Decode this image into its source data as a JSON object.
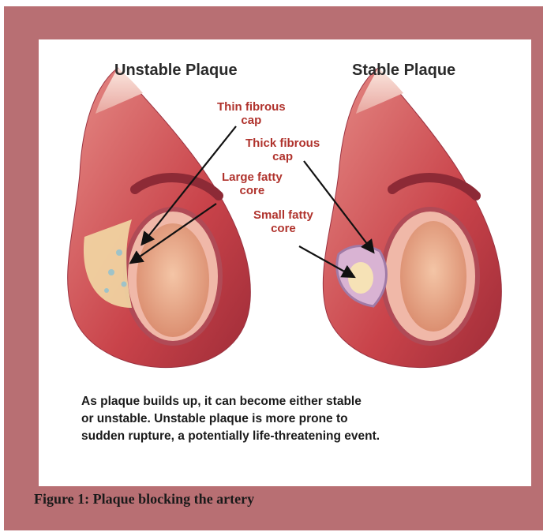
{
  "diagram": {
    "headings": {
      "unstable": "Unstable Plaque",
      "stable": "Stable Plaque"
    },
    "labels": {
      "thin_fibrous_cap": [
        "Thin fibrous",
        "cap"
      ],
      "large_fatty_core": [
        "Large fatty",
        "core"
      ],
      "thick_fibrous_cap": [
        "Thick fibrous",
        "cap"
      ],
      "small_fatty_core": [
        "Small fatty",
        "core"
      ]
    },
    "caption": [
      "As plaque builds up, it can become either stable",
      "or unstable. Unstable plaque is more prone to",
      "sudden rupture, a potentially life-threatening event."
    ]
  },
  "figure_title": "Figure 1:  Plaque blocking the artery",
  "colors": {
    "frame": "#b86f73",
    "label_text": "#b0332d",
    "artery_outer": "#c9434a",
    "artery_inner": "#e7a08f",
    "plaque": "#f2d8a4"
  }
}
